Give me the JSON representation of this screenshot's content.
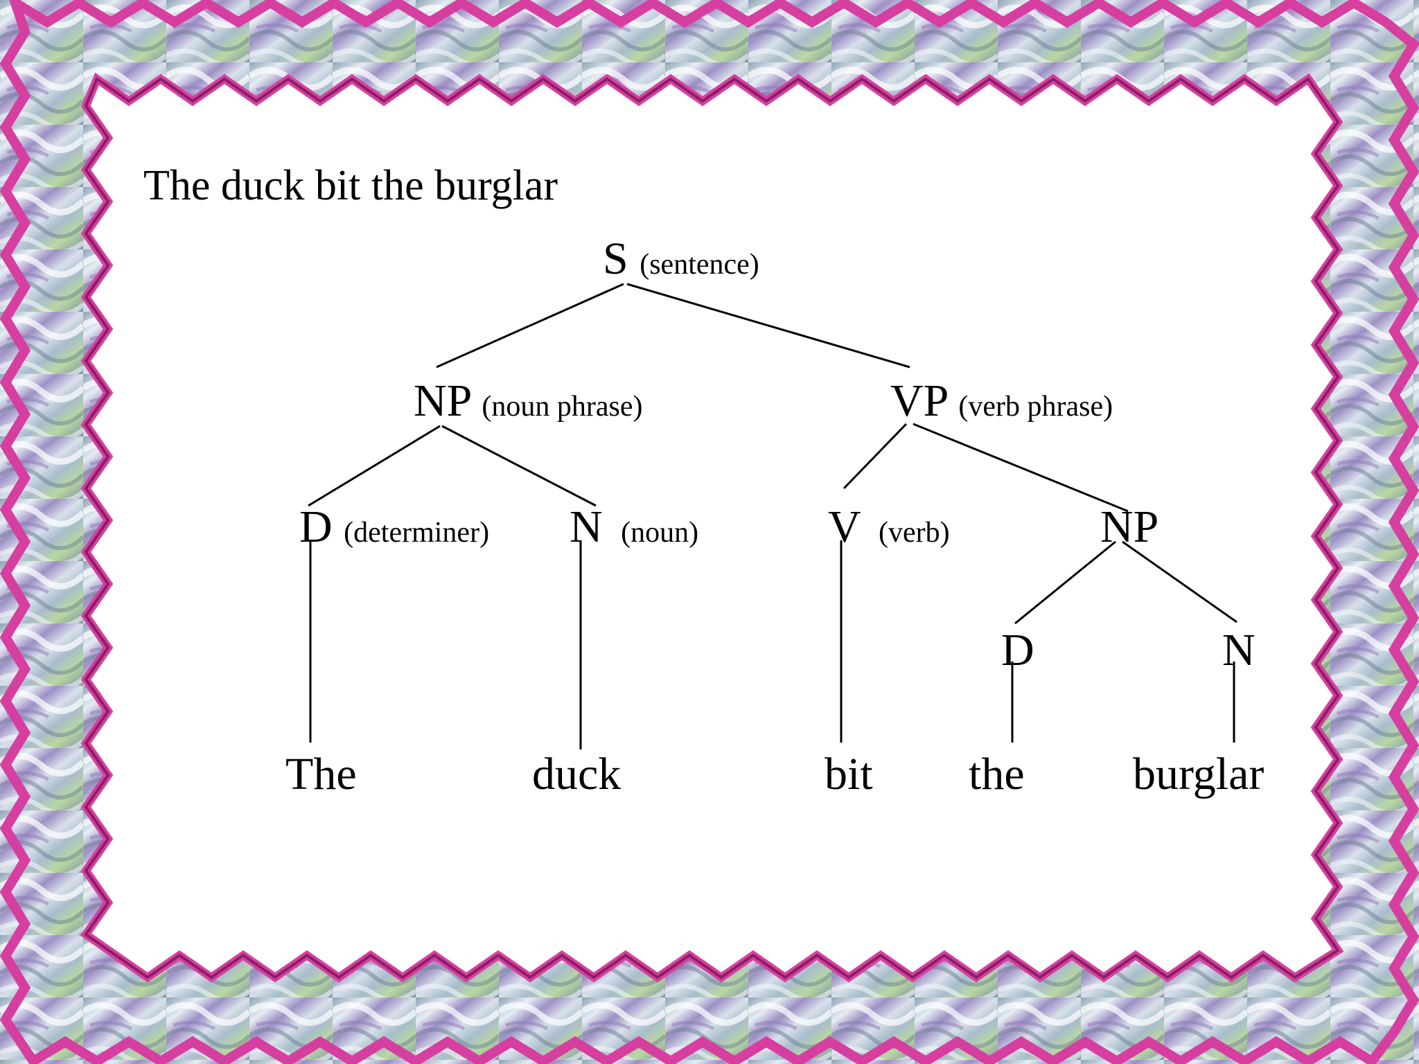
{
  "colors": {
    "border_pink": "#d63fa0",
    "border_dark": "#8a1f63",
    "texture_light": "#dde6ee",
    "texture_mid": "#a9b8c8",
    "texture_violet": "#9a88c0",
    "texture_green": "#b6d59c",
    "panel": "#ffffff",
    "ink": "#000000"
  },
  "slide": {
    "title": "The duck bit the burglar"
  },
  "tree": {
    "s": {
      "label": "S",
      "gloss": "(sentence)"
    },
    "np": {
      "label": "NP",
      "gloss": "(noun phrase)"
    },
    "vp": {
      "label": "VP",
      "gloss": "(verb phrase)"
    },
    "d": {
      "label": "D",
      "gloss": "(determiner)"
    },
    "n": {
      "label": "N",
      "gloss": "(noun)"
    },
    "v": {
      "label": "V",
      "gloss": "(verb)"
    },
    "np2": {
      "label": "NP"
    },
    "d2": {
      "label": "D"
    },
    "n2": {
      "label": "N"
    },
    "words": [
      "The",
      "duck",
      "bit",
      "the",
      "burglar"
    ]
  }
}
